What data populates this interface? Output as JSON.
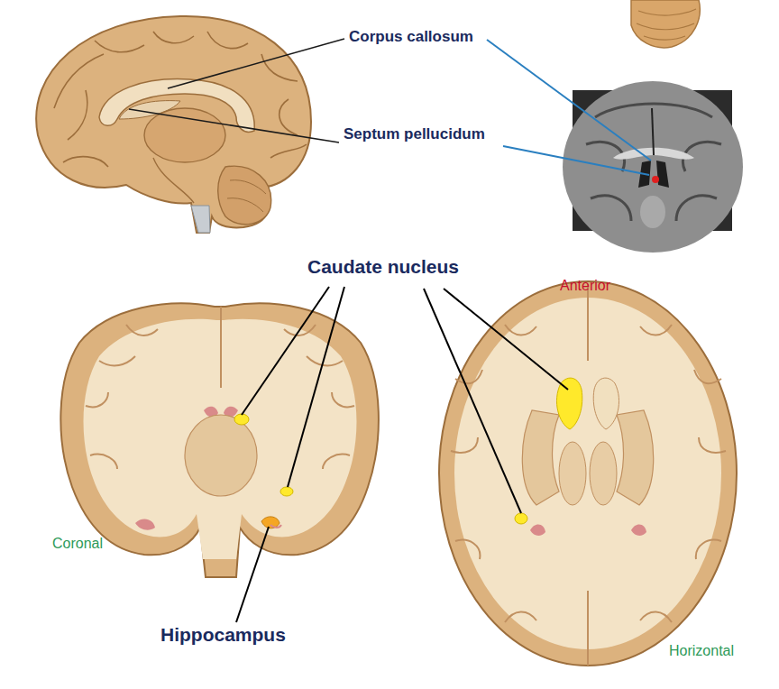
{
  "diagram": {
    "labels": [
      "Corpus callosum",
      "Septum pellucidum",
      "Caudate nucleus",
      "Hippocampus",
      "Anterior",
      "Coronal",
      "Horizontal"
    ]
  }
}
